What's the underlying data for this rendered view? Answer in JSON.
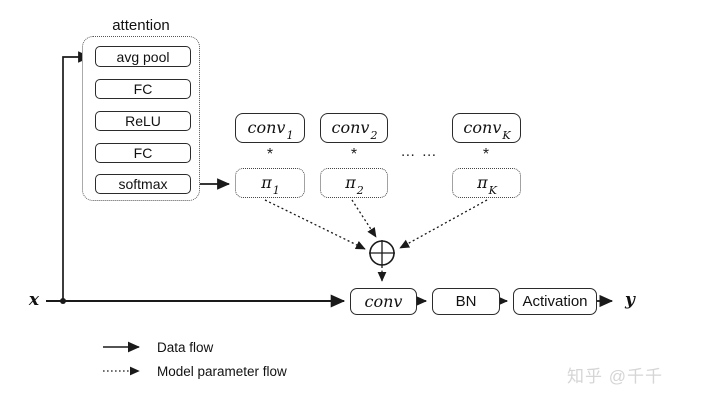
{
  "attention": {
    "title": "attention",
    "layers": [
      "avg pool",
      "FC",
      "ReLU",
      "FC",
      "softmax"
    ]
  },
  "branches": [
    {
      "conv_base": "conv",
      "conv_sub": "1",
      "op": "*",
      "pi_base": "π",
      "pi_sub": "1"
    },
    {
      "conv_base": "conv",
      "conv_sub": "2",
      "op": "*",
      "pi_base": "π",
      "pi_sub": "2"
    },
    {
      "conv_base": "conv",
      "conv_sub": "K",
      "op": "*",
      "pi_base": "π",
      "pi_sub": "K"
    }
  ],
  "ellipsis": "… …",
  "aggregator": "circled-plus",
  "main_path": {
    "input": "x",
    "conv": "conv",
    "bn": "BN",
    "activation": "Activation",
    "output": "y"
  },
  "legend": {
    "data_flow": "Data flow",
    "param_flow": "Model parameter flow"
  },
  "watermark": "知乎 @千千",
  "colors": {
    "line": "#1a1a1a",
    "box_border": "#2b2b2b",
    "watermark": "#d5d5d5",
    "background": "#ffffff"
  }
}
